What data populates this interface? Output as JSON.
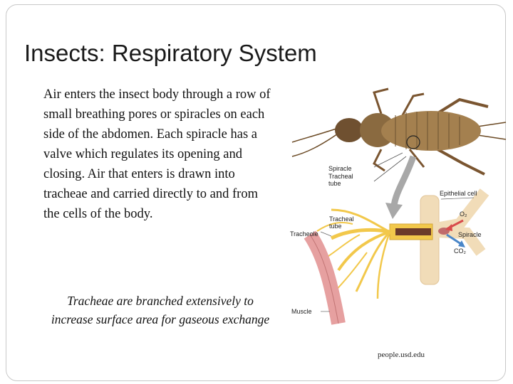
{
  "slide": {
    "title": "Insects: Respiratory System",
    "body": "Air enters the insect body through a row of small breathing pores or spiracles on each side of the abdomen.  Each spiracle has a valve which regulates its opening and closing.  Air that enters is drawn into tracheae and carried directly to and from the cells of the body.",
    "caption": "Tracheae are branched extensively to increase surface area for gaseous exchange",
    "credit": "people.usd.edu"
  },
  "figure": {
    "labels": {
      "spiracle_top": "Spiracle",
      "tracheal_tube_top_1": "Tracheal",
      "tracheal_tube_top_2": "tube",
      "epithelial_cell": "Epithelial cell",
      "o2": "O₂",
      "spiracle_right": "Spiracle",
      "co2": "CO₂",
      "tracheal_tube_1": "Tracheal",
      "tracheal_tube_2": "tube",
      "tracheole": "Tracheole",
      "muscle": "Muscle"
    }
  },
  "colors": {
    "insect_body": "#8a6a40",
    "trachea": "#f2c84b",
    "epithelial": "#f3dfc0",
    "muscle": "#e7a3a3",
    "arrow": "#9a9a9a",
    "o2_arrow": "#d84b4b",
    "co2_arrow": "#4a86c8"
  }
}
